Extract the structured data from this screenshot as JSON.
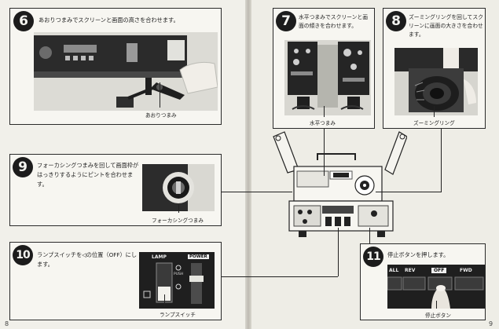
{
  "steps": [
    {
      "number": "6",
      "text": "あおりつまみでスクリーンと画面の高さを合わせます。",
      "caption": "あおりつまみ"
    },
    {
      "number": "7",
      "text": "水平つまみでスクリーンと画面の傾きを合わせます。",
      "caption": "水平つまみ"
    },
    {
      "number": "8",
      "text": "ズーミングリングを回してスクリーンに画面の大きさを合わせます。",
      "caption": "ズーミングリング"
    },
    {
      "number": "9",
      "text": "フォーカシングつまみを回して画面枠がはっきりするようにピントを合わせます。",
      "caption": "フォーカシングつまみ"
    },
    {
      "number": "10",
      "text": "ランプスイッチを◁の位置（OFF）にします。",
      "caption": "ランプスイッチ"
    },
    {
      "number": "11",
      "text": "停止ボタンを押します。",
      "caption": "停止ボタン"
    }
  ],
  "panel_labels": {
    "lamp": "LAMP",
    "power": "POWER",
    "push": "PUSH",
    "rev": "REV",
    "off": "OFF",
    "fwd": "FWD",
    "all": "ALL"
  },
  "pages": {
    "left": "8",
    "right": "9"
  }
}
